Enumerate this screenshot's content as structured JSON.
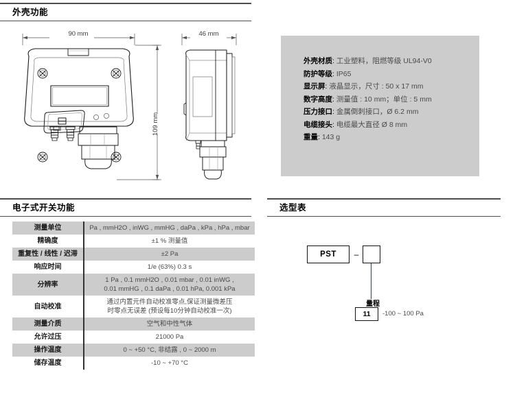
{
  "sections": {
    "housing": {
      "title": "外壳功能"
    },
    "switch": {
      "title": "电子式开关功能"
    },
    "order": {
      "title": "选型表"
    }
  },
  "drawing": {
    "front_width_label": "90 mm",
    "front_height_label": "109 mm",
    "side_width_label": "46 mm",
    "front_view_name": "front-view-dimension-drawing",
    "side_view_name": "side-view-dimension-drawing"
  },
  "spec_panel": {
    "rows": [
      {
        "label": "外壳材质",
        "sep": ":",
        "value": "工业塑料，阻燃等级 UL94-V0"
      },
      {
        "label": "防护等级",
        "sep": ":",
        "value": "IP65"
      },
      {
        "label": "显示屏",
        "sep": ":",
        "value": "液晶显示，尺寸 : 50 x 17 mm"
      },
      {
        "label": "数字高度",
        "sep": ":",
        "value": "测量值 : 10 mm；单位 : 5 mm"
      },
      {
        "label": "压力接口",
        "sep": ":",
        "value": "金属倒刺接口，Ø 6.2 mm"
      },
      {
        "label": "电缆接头",
        "sep": ":",
        "value": "电缆最大直径 Ø 8 mm"
      },
      {
        "label": "重量",
        "sep": ":",
        "value": "143 g"
      }
    ]
  },
  "switch_table": {
    "rows": [
      {
        "label": "测量单位",
        "lines": [
          "Pa , mmH2O , inWG , mmHG , daPa , kPa , hPa , mbar"
        ]
      },
      {
        "label": "精确度",
        "lines": [
          "±1 % 测量值"
        ]
      },
      {
        "label": "重复性 / 线性 / 迟滞",
        "lines": [
          "±2 Pa"
        ]
      },
      {
        "label": "响应时间",
        "lines": [
          "1/e (63%) 0.3 s"
        ]
      },
      {
        "label": "分辨率",
        "lines": [
          "1 Pa , 0.1 mmH2O , 0.01 mbar , 0.01 inWG ,",
          "0.01 mmHG , 0.1 daPa , 0.01 hPa, 0.001 kPa"
        ]
      },
      {
        "label": "自动校准",
        "lines": [
          "通过内置元件自动校准零点,保证测量微差压",
          "时零点无误差 (预设每10分钟自动校准一次)"
        ]
      },
      {
        "label": "测量介质",
        "lines": [
          "空气和中性气体"
        ]
      },
      {
        "label": "允许过压",
        "lines": [
          "21000 Pa"
        ]
      },
      {
        "label": "操作温度",
        "lines": [
          "0 ~ +50 °C, 非结露 , 0 ~ 2000 m"
        ]
      },
      {
        "label": "储存温度",
        "lines": [
          "-10 ~ +70 °C"
        ]
      }
    ]
  },
  "order_diagram": {
    "prefix": "PST",
    "dash": "–",
    "slot": "",
    "group_label": "量程",
    "range_code": "11",
    "range_text": "-100 ~ 100 Pa"
  },
  "colors": {
    "shade": "#cccccc",
    "rule": "#4d4d4d",
    "value_text": "#4a4a4a",
    "divider": "#333333",
    "leader": "#2b3a52"
  }
}
